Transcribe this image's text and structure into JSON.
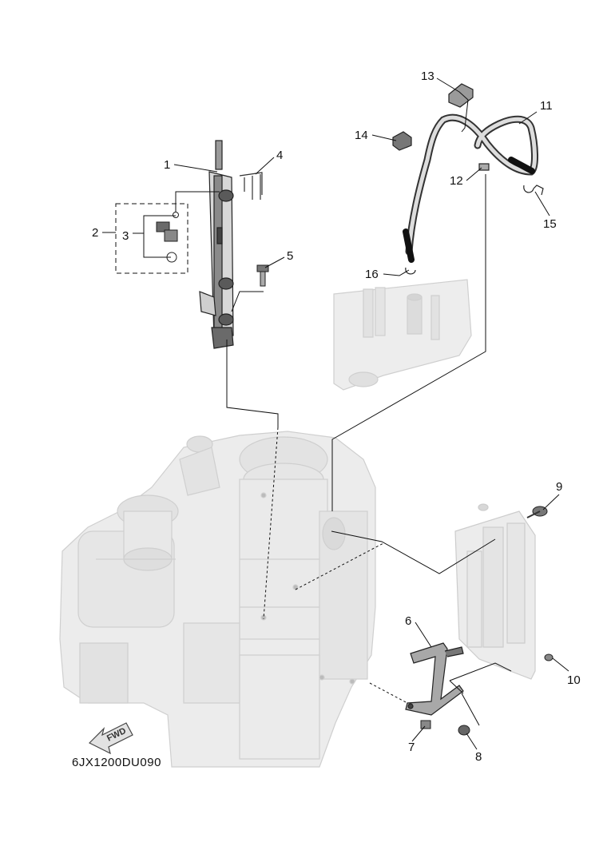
{
  "diagram_code": "6JX1200DU090",
  "fwd_label": "FWD",
  "callouts": [
    {
      "id": "1",
      "text": "1"
    },
    {
      "id": "2",
      "text": "2"
    },
    {
      "id": "3",
      "text": "3"
    },
    {
      "id": "4",
      "text": "4"
    },
    {
      "id": "5",
      "text": "5"
    },
    {
      "id": "6",
      "text": "6"
    },
    {
      "id": "7",
      "text": "7"
    },
    {
      "id": "8",
      "text": "8"
    },
    {
      "id": "9",
      "text": "9"
    },
    {
      "id": "10",
      "text": "10"
    },
    {
      "id": "11",
      "text": "11"
    },
    {
      "id": "12",
      "text": "12"
    },
    {
      "id": "13",
      "text": "13"
    },
    {
      "id": "14",
      "text": "14"
    },
    {
      "id": "15",
      "text": "15"
    },
    {
      "id": "16",
      "text": "16"
    }
  ],
  "colors": {
    "line": "#111111",
    "ghost_part": "#e4e4e4",
    "ghost_stroke": "#c8c8c8",
    "part_dark": "#3a3a3a",
    "part_mid": "#8a8a8a"
  }
}
